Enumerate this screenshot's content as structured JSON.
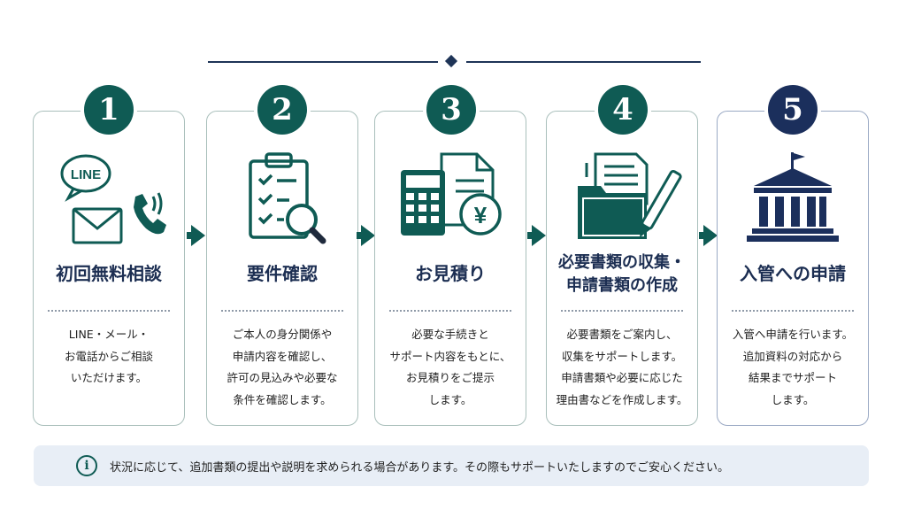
{
  "steps": [
    {
      "number": "1",
      "title_lines": [
        "初回無料相談"
      ],
      "icon": "line-mail-phone-icon",
      "desc_lines": [
        "LINE・メール・",
        "お電話からご相談",
        "いただけます。"
      ]
    },
    {
      "number": "2",
      "title_lines": [
        "要件確認"
      ],
      "icon": "clipboard-magnifier-icon",
      "desc_lines": [
        "ご本人の身分関係や",
        "申請内容を確認し、",
        "許可の見込みや必要な",
        "条件を確認します。"
      ]
    },
    {
      "number": "3",
      "title_lines": [
        "お見積り"
      ],
      "icon": "calculator-yen-document-icon",
      "desc_lines": [
        "必要な手続きと",
        "サポート内容をもとに、",
        "お見積りをご提示",
        "します。"
      ]
    },
    {
      "number": "4",
      "title_lines": [
        "必要書類の収集・",
        "申請書類の作成"
      ],
      "icon": "folder-documents-pen-icon",
      "desc_lines": [
        "必要書類をご案内し、",
        "収集をサポートします。",
        "申請書類や必要に応じた",
        "理由書などを作成します。"
      ]
    },
    {
      "number": "5",
      "title_lines": [
        "入管への申請"
      ],
      "icon": "government-building-icon",
      "desc_lines": [
        "入管へ申請を行います。",
        "追加資料の対応から",
        "結果までサポート",
        "します。"
      ]
    }
  ],
  "icons": {
    "line_label": "LINE",
    "info_glyph": "i",
    "yen_glyph": "¥"
  },
  "note": {
    "text": "状況に応じて、追加書類の提出や説明を求められる場合があります。その際もサポートいたしますのでご安心ください。"
  },
  "colors": {
    "teal": "#0f5b54",
    "navy": "#1b2f5c",
    "note_bg": "#e8eef6"
  }
}
